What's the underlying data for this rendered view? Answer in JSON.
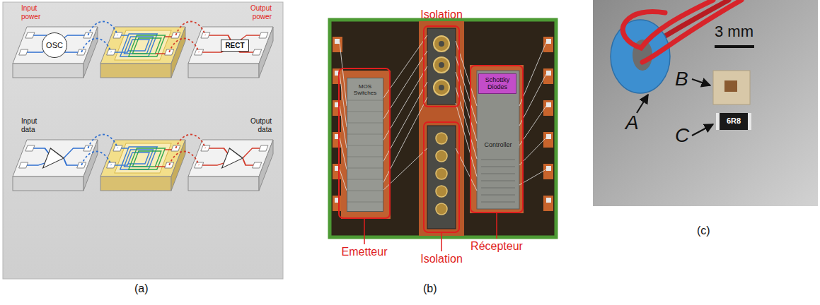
{
  "diagram": {
    "nodes": [
      {
        "text": [
          "OSC"
        ]
      },
      {
        "text": [
          "RECT"
        ]
      },
      {
        "text": [
          "Isolation"
        ]
      },
      {
        "text": [
          "Emetteur"
        ]
      },
      {
        "text": [
          "MOS Switches"
        ],
        "in": 3
      },
      {
        "text": [
          "Récepteur"
        ]
      },
      {
        "text": [
          "Schottky Diodes"
        ],
        "in": 5
      },
      {
        "text": [
          "Isolation"
        ]
      }
    ],
    "labels": [
      "Input power",
      "Output power",
      "Input data",
      "Output data",
      "(a)",
      "Controller",
      "(b)",
      "3 mm",
      "A",
      "B",
      "C",
      "6R8",
      "(c)"
    ]
  }
}
